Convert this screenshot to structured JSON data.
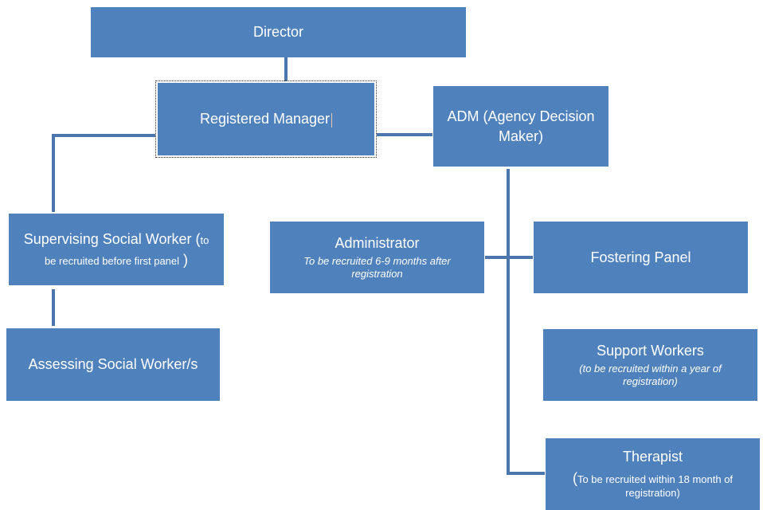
{
  "nodes": {
    "director": {
      "title": "Director"
    },
    "registered_manager": {
      "title": "Registered Manager"
    },
    "adm": {
      "title": "ADM (Agency Decision Maker)"
    },
    "supervising_social_worker": {
      "title": "Supervising Social Worker (",
      "note_a": "to",
      "note_b": "be recruited before first panel",
      "tail": " )"
    },
    "assessing_social_worker": {
      "title": "Assessing Social Worker/s"
    },
    "administrator": {
      "title": "Administrator",
      "note": "To be recruited 6-9 months after registration"
    },
    "fostering_panel": {
      "title": "Fostering Panel"
    },
    "support_workers": {
      "title": "Support Workers",
      "note": "(to be recruited within a year of registration)"
    },
    "therapist": {
      "title": "Therapist",
      "note_paren": "(",
      "note": "To be recruited within 18 month of registration)"
    }
  },
  "colors": {
    "box_fill": "#4f81bd",
    "connector": "#4a76ad",
    "text": "#ffffff"
  }
}
